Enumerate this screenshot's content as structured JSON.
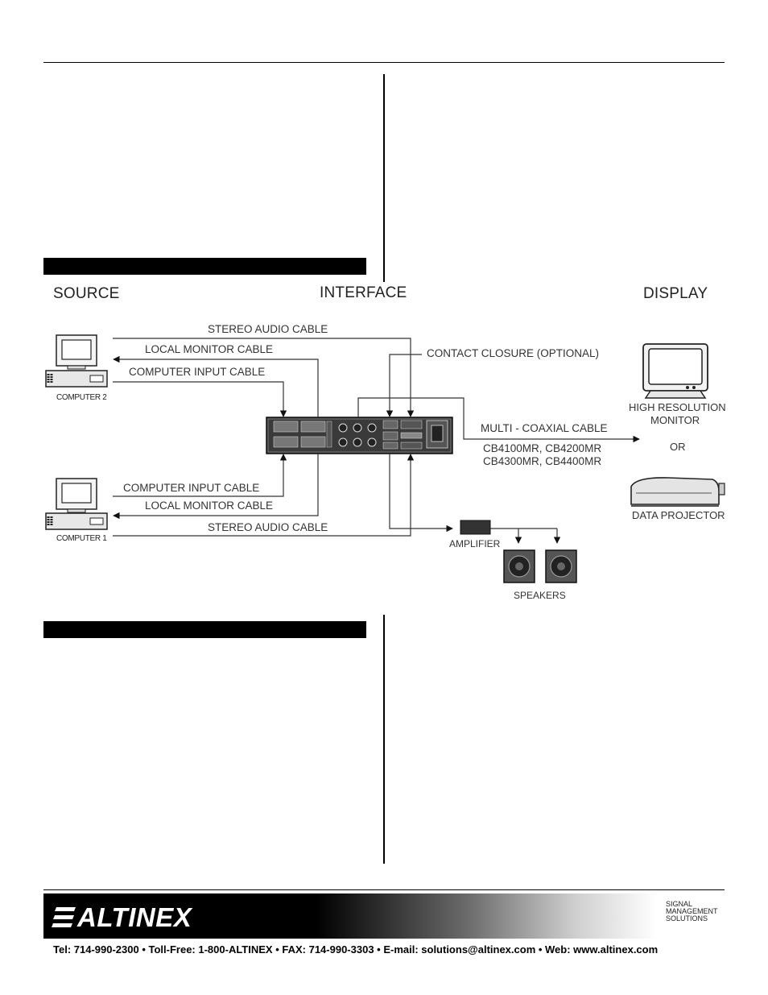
{
  "diagram": {
    "headers": {
      "source": "SOURCE",
      "interface": "INTERFACE",
      "display": "DISPLAY"
    },
    "computer2": "COMPUTER 2",
    "computer1": "COMPUTER 1",
    "cables_top": {
      "stereo": "STEREO AUDIO CABLE",
      "local_monitor": "LOCAL MONITOR CABLE",
      "computer_input": "COMPUTER INPUT CABLE"
    },
    "cables_bottom": {
      "computer_input": "COMPUTER INPUT CABLE",
      "local_monitor": "LOCAL MONITOR CABLE",
      "stereo": "STEREO AUDIO CABLE"
    },
    "contact_closure": "CONTACT CLOSURE (OPTIONAL)",
    "multi_coax": "MULTI - COAXIAL CABLE",
    "cable_models_1": "CB4100MR, CB4200MR",
    "cable_models_2": "CB4300MR, CB4400MR",
    "monitor_line1": "HIGH RESOLUTION",
    "monitor_line2": "MONITOR",
    "or": "OR",
    "projector": "DATA PROJECTOR",
    "amplifier": "AMPLIFIER",
    "speakers": "SPEAKERS"
  },
  "footer": {
    "logo": "ALTINEX",
    "sms_line1": "SIGNAL",
    "sms_line2": "MANAGEMENT",
    "sms_line3": "SOLUTIONS",
    "contact": "Tel: 714-990-2300 • Toll-Free: 1-800-ALTINEX • FAX: 714-990-3303 • E-mail: solutions@altinex.com • Web: www.altinex.com"
  }
}
